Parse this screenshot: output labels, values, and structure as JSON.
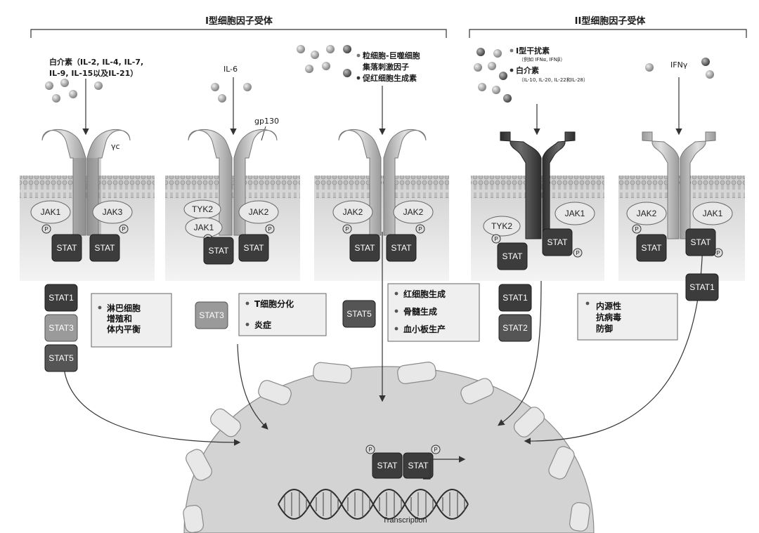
{
  "headers": {
    "type1": "I型细胞因子受体",
    "type2": "II型细胞因子受体"
  },
  "ligands": {
    "c1_line1": "白介素（IL-2, IL-4, IL-7,",
    "c1_line2": "IL-9, IL-15以及IL-21）",
    "c2": "IL-6",
    "c3_line1": "粒细胞-巨噬细胞",
    "c3_line2": "集落刺激因子",
    "c3_line3": "促红细胞生成素",
    "c4_line1": "I型干扰素",
    "c4_line2": "（例如 IFNα, IFNβ）",
    "c4_line3": "白介素",
    "c4_line4": "（IL-10, IL-20, IL-22和IL-28）",
    "c5": "IFNγ"
  },
  "receptor_labels": {
    "gamma_c": "γc",
    "gp130": "gp130"
  },
  "jak_labels": {
    "c1_left": "JAK1",
    "c1_right": "JAK3",
    "c2_tyk": "TYK2",
    "c2_jak1": "JAK1",
    "c2_right": "JAK2",
    "c3_left": "JAK2",
    "c3_right": "JAK2",
    "c4_tyk": "TYK2",
    "c4_right": "JAK1",
    "c5_left": "JAK2",
    "c5_right": "JAK1"
  },
  "phospho": "P",
  "stat_label": "STAT",
  "stat_variants": {
    "c1_a": "STAT1",
    "c1_b": "STAT3",
    "c1_c": "STAT5",
    "c2": "STAT3",
    "c3": "STAT5",
    "c4_a": "STAT1",
    "c4_b": "STAT2",
    "c5": "STAT1"
  },
  "outcomes": {
    "c1_line1": "淋巴细胞",
    "c1_line2": "增殖和",
    "c1_line3": "体内平衡",
    "c2_line1": "T细胞分化",
    "c2_line2": "炎症",
    "c3_line1": "红细胞生成",
    "c3_line2": "骨髓生成",
    "c3_line3": "血小板生产",
    "c5_line1": "内源性",
    "c5_line2": "抗病毒",
    "c5_line3": "防御"
  },
  "nucleus": {
    "transcription": "Transcription"
  },
  "colors": {
    "membrane_bg": "#d8d8d8",
    "receptor_light": "#c9c9c9",
    "receptor_dark": "#4a4a4a",
    "stat_dark": "#3c3c3c",
    "outcome_box": "#efefef",
    "nucleus_fill": "#d3d3d3"
  }
}
